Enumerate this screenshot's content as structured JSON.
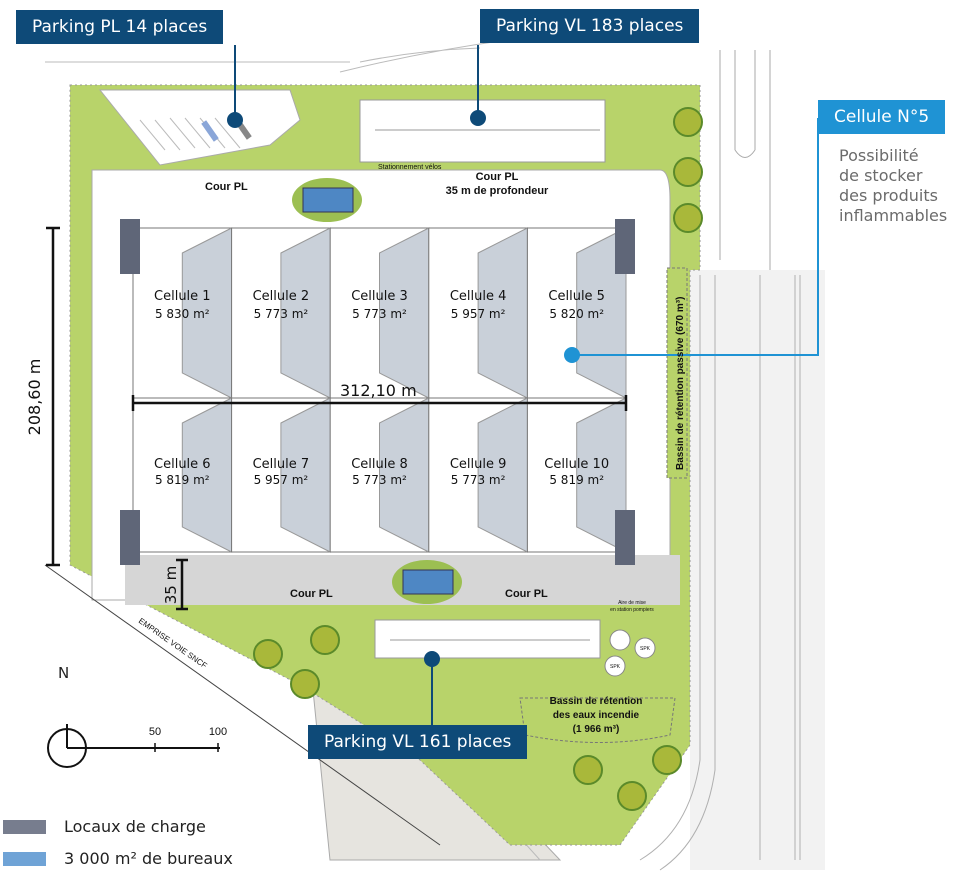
{
  "callouts": {
    "parking_pl": "Parking PL 14 places",
    "parking_vl_north": "Parking VL 183 places",
    "parking_vl_south": "Parking VL 161 places",
    "cellule5_title": "Cellule N°5",
    "cellule5_note": [
      "Possibilité",
      "de stocker",
      "des produits",
      "inflammables"
    ]
  },
  "cells": [
    {
      "name": "Cellule 1",
      "area": "5 830 m²"
    },
    {
      "name": "Cellule 2",
      "area": "5 773 m²"
    },
    {
      "name": "Cellule 3",
      "area": "5 773 m²"
    },
    {
      "name": "Cellule 4",
      "area": "5 957 m²"
    },
    {
      "name": "Cellule 5",
      "area": "5 820 m²"
    },
    {
      "name": "Cellule 6",
      "area": "5 819 m²"
    },
    {
      "name": "Cellule 7",
      "area": "5 957 m²"
    },
    {
      "name": "Cellule 8",
      "area": "5 773 m²"
    },
    {
      "name": "Cellule 9",
      "area": "5 773 m²"
    },
    {
      "name": "Cellule 10",
      "area": "5 819 m²"
    }
  ],
  "labels": {
    "cour_pl": "Cour PL",
    "cour_pl_north": "Cour PL",
    "cour_pl_depth": "35 m de profondeur",
    "stationnement_velos": "Stationnement vélos",
    "width_dim": "312,10 m",
    "height_dim": "208,60 m",
    "depth_dim": "35 m",
    "sncf": "EMPRISE VOIE SNCF",
    "bassin_passive": "Bassin de rétention passive (670 m³)",
    "bassin_incendie": [
      "Bassin de rétention",
      "des eaux incendie",
      "(1 966 m³)"
    ],
    "aire_pompiers": [
      "Aire de mise",
      "en station pompiers"
    ],
    "spk": "SPK"
  },
  "scale": {
    "north": "N",
    "ticks": [
      "50",
      "100"
    ]
  },
  "legend": [
    {
      "label": "Locaux de charge",
      "color": "#777d8e"
    },
    {
      "label": "3 000 m² de bureaux",
      "color": "#6fa3d6"
    }
  ],
  "colors": {
    "grass": "#b8d36a",
    "grass_dark": "#9cbf52",
    "roof_light": "#ffffff",
    "roof_shade": "#c9d0d9",
    "court": "#d6d6d6",
    "office": "#4e87c4",
    "charge": "#5f6678",
    "callout_dark": "#0e4a78",
    "callout_light": "#1f93d4"
  }
}
